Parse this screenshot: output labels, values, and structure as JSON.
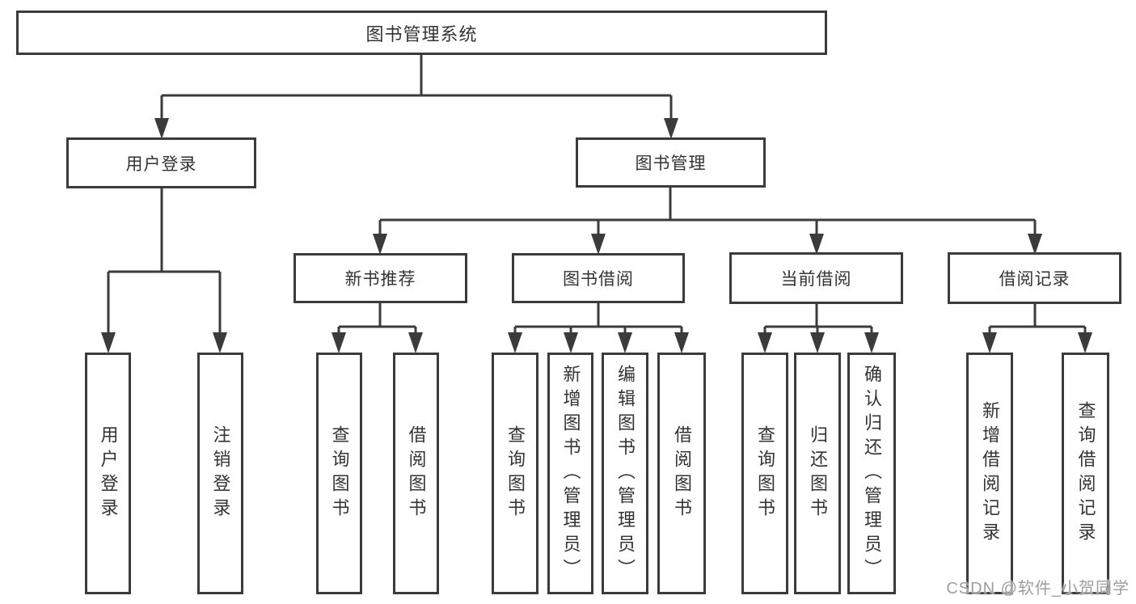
{
  "diagram": {
    "root": {
      "label": "图书管理系统"
    },
    "branches": [
      {
        "label": "用户登录",
        "children": [
          {
            "label": "用户登录"
          },
          {
            "label": "注销登录"
          }
        ]
      },
      {
        "label": "图书管理",
        "sections": [
          {
            "label": "新书推荐",
            "children": [
              {
                "label": "查询图书"
              },
              {
                "label": "借阅图书"
              }
            ]
          },
          {
            "label": "图书借阅",
            "children": [
              {
                "label": "查询图书"
              },
              {
                "label": "新增图书（管理员）"
              },
              {
                "label": "编辑图书（管理员）"
              },
              {
                "label": "借阅图书"
              }
            ]
          },
          {
            "label": "当前借阅",
            "children": [
              {
                "label": "查询图书"
              },
              {
                "label": "归还图书"
              },
              {
                "label": "确认归还（管理员）"
              }
            ]
          },
          {
            "label": "借阅记录",
            "children": [
              {
                "label": "新增借阅记录"
              },
              {
                "label": "查询借阅记录"
              }
            ]
          }
        ]
      }
    ]
  },
  "watermark": {
    "text": "CSDN @软件_小贺同学"
  },
  "colors": {
    "line": "#3b3b3b",
    "text": "#333333",
    "watermark": "#9e9e9e",
    "background": "#ffffff"
  }
}
